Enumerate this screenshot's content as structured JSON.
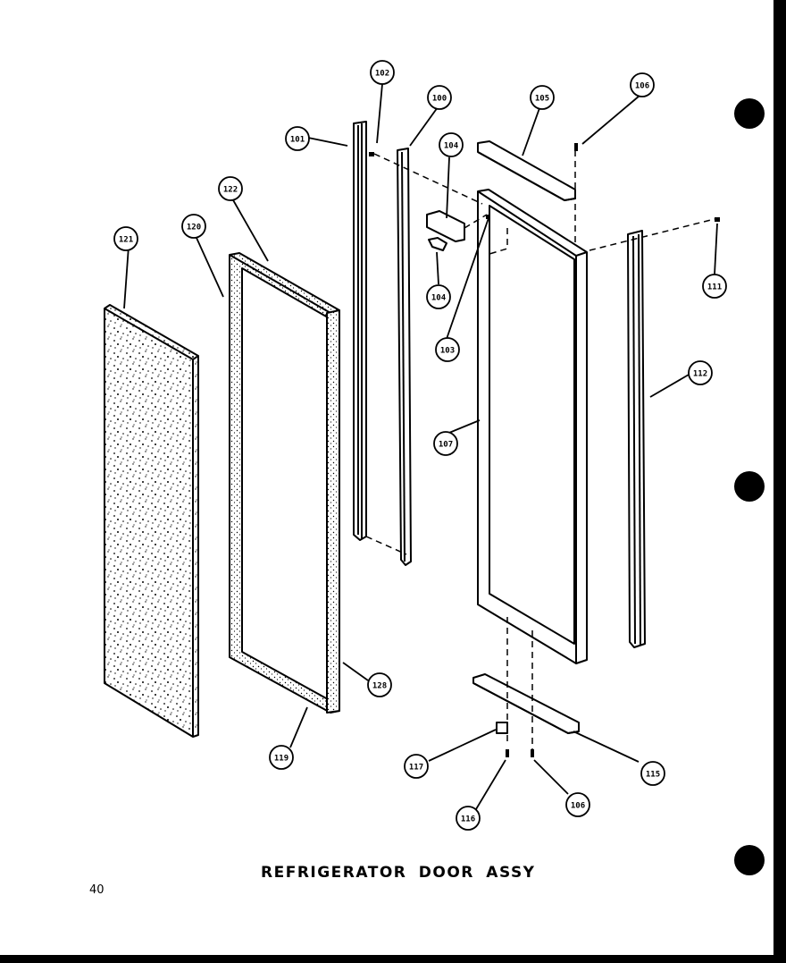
{
  "title": "REFRIGERATOR DOOR ASSY",
  "page_number": "40",
  "callouts": {
    "c101": "101",
    "c102": "102",
    "c100": "100",
    "c104a": "104",
    "c104b": "104",
    "c105": "105",
    "c106a": "106",
    "c106b": "106",
    "c103": "103",
    "c107": "107",
    "c111": "111",
    "c112": "112",
    "c115": "115",
    "c116": "116",
    "c117": "117",
    "c119": "119",
    "c120": "120",
    "c121": "121",
    "c122": "122",
    "c128": "128"
  }
}
